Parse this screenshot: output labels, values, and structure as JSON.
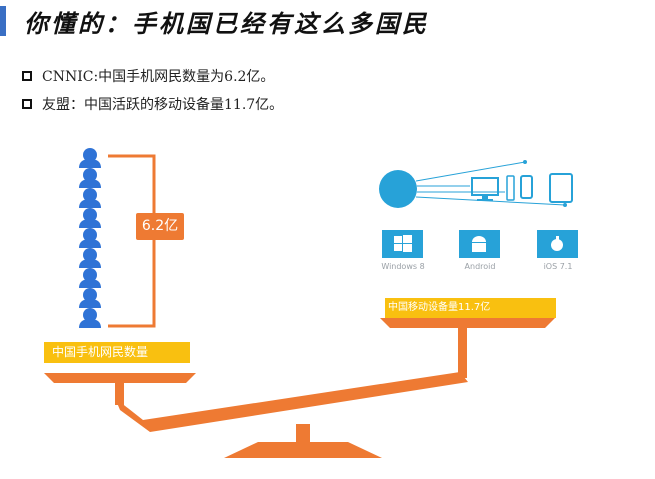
{
  "title": "你懂的：手机国已经有这么多国民",
  "bullets": [
    "CNNIC:中国手机网民数量为6.2亿。",
    "友盟：中国活跃的移动设备量11.7亿。"
  ],
  "diagram": {
    "bracket_label": "6.2亿",
    "left_band": "中国手机网民数量",
    "right_band": "中国移动设备量11.7亿",
    "os": [
      "Windows 8",
      "Android",
      "iOS 7.1"
    ],
    "person_count": 9
  },
  "colors": {
    "accent": "#3a6fc4",
    "orange": "#ee7a33",
    "yellow": "#f9c010",
    "person": "#2f73d6",
    "device": "#27a2d8"
  }
}
